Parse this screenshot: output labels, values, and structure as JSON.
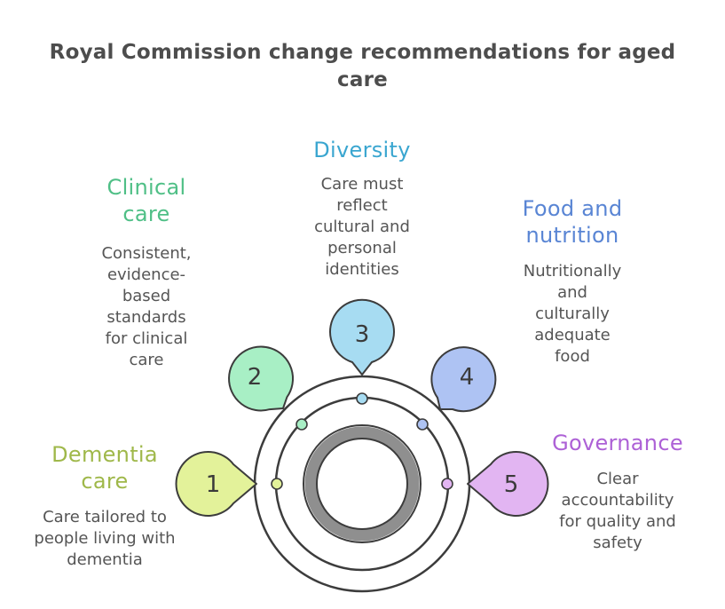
{
  "title": "Royal Commission change recommendations for aged care",
  "colors": {
    "dementia": "#a3c44b",
    "clinical": "#52c48b",
    "diversity": "#3ba7d1",
    "food": "#5a87d6",
    "governance": "#b062d8",
    "ring": "#3c3c3c",
    "inner_ring": "#8f8f8f"
  },
  "items": [
    {
      "number": "1",
      "heading": "Dementia care",
      "heading_lines": [
        "Dementia",
        "care"
      ],
      "description": "Care tailored to people living with dementia",
      "description_lines": [
        "Care tailored to",
        "people living with",
        "dementia"
      ],
      "bubble_color": "#e3f29a",
      "dot_color": "#e3f29a",
      "text_color": "#9fb84a"
    },
    {
      "number": "2",
      "heading": "Clinical care",
      "heading_lines": [
        "Clinical",
        "care"
      ],
      "description": "Consistent, evidence-based standards for clinical care",
      "description_lines": [
        "Consistent,",
        "evidence-",
        "based",
        "standards",
        "for clinical",
        "care"
      ],
      "bubble_color": "#a8efc5",
      "dot_color": "#a8efc5",
      "text_color": "#4fbf86"
    },
    {
      "number": "3",
      "heading": "Diversity",
      "heading_lines": [
        "Diversity"
      ],
      "description": "Care must reflect cultural and personal identities",
      "description_lines": [
        "Care must",
        "reflect",
        "cultural and",
        "personal",
        "identities"
      ],
      "bubble_color": "#a7dcf2",
      "dot_color": "#a7dcf2",
      "text_color": "#3aa6d0"
    },
    {
      "number": "4",
      "heading": "Food and nutrition",
      "heading_lines": [
        "Food and",
        "nutrition"
      ],
      "description": "Nutritionally and culturally adequate food",
      "description_lines": [
        "Nutritionally",
        "and",
        "culturally",
        "adequate",
        "food"
      ],
      "bubble_color": "#aec3f3",
      "dot_color": "#aec3f3",
      "text_color": "#5985d4"
    },
    {
      "number": "5",
      "heading": "Governance",
      "heading_lines": [
        "Governance"
      ],
      "description": "Clear accountability for quality and safety",
      "description_lines": [
        "Clear",
        "accountability",
        "for quality and",
        "safety"
      ],
      "bubble_color": "#e2b5f2",
      "dot_color": "#e2b5f2",
      "text_color": "#ad61d6"
    }
  ]
}
